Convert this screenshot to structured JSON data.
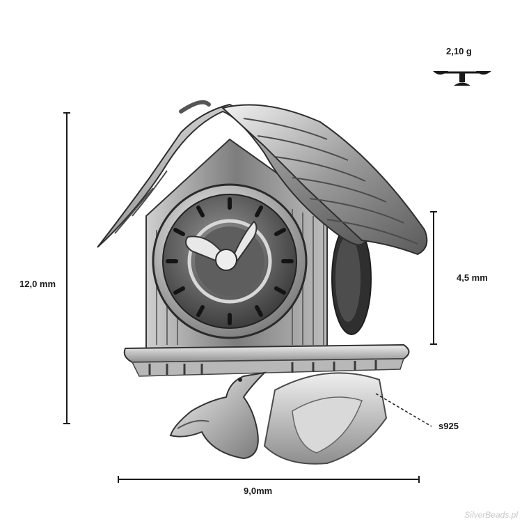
{
  "product": {
    "weight": "2,10 g",
    "material": "s925",
    "watermark": "SilverBeads.pl"
  },
  "dimensions": {
    "height": "12,0 mm",
    "hole": "4,5 mm",
    "width": "9,0mm"
  },
  "icons": {
    "scale": "balance-scale-icon"
  },
  "colors": {
    "line": "#1a1a1a",
    "silver_light": "#e2e2e2",
    "silver_mid": "#a9a9a9",
    "silver_dark": "#3a3a3a"
  }
}
